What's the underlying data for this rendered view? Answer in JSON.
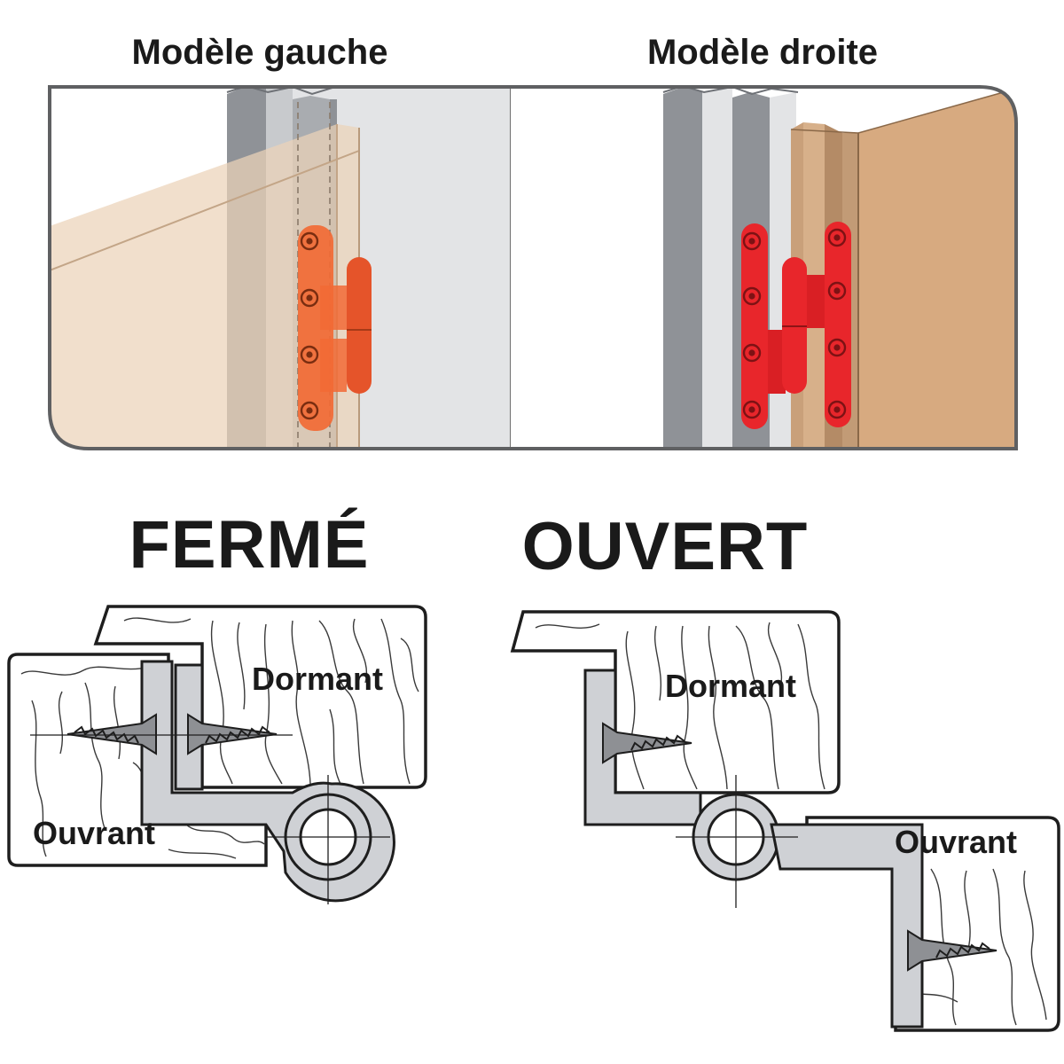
{
  "top_panel": {
    "left_model_title": "Modèle gauche",
    "right_model_title": "Modèle droite"
  },
  "closed_view": {
    "title": "FERMÉ",
    "frame_label": "Dormant",
    "leaf_label": "Ouvrant"
  },
  "open_view": {
    "title": "OUVERT",
    "frame_label": "Dormant",
    "leaf_label": "Ouvrant"
  },
  "colors": {
    "hinge_left": "#f26a35",
    "hinge_right": "#e8262b",
    "wood_light": "#ecd2b9",
    "wood_dark": "#d7aa80",
    "frame_grey": "#9da0a5",
    "hinge_grey": "#cfd1d5"
  }
}
